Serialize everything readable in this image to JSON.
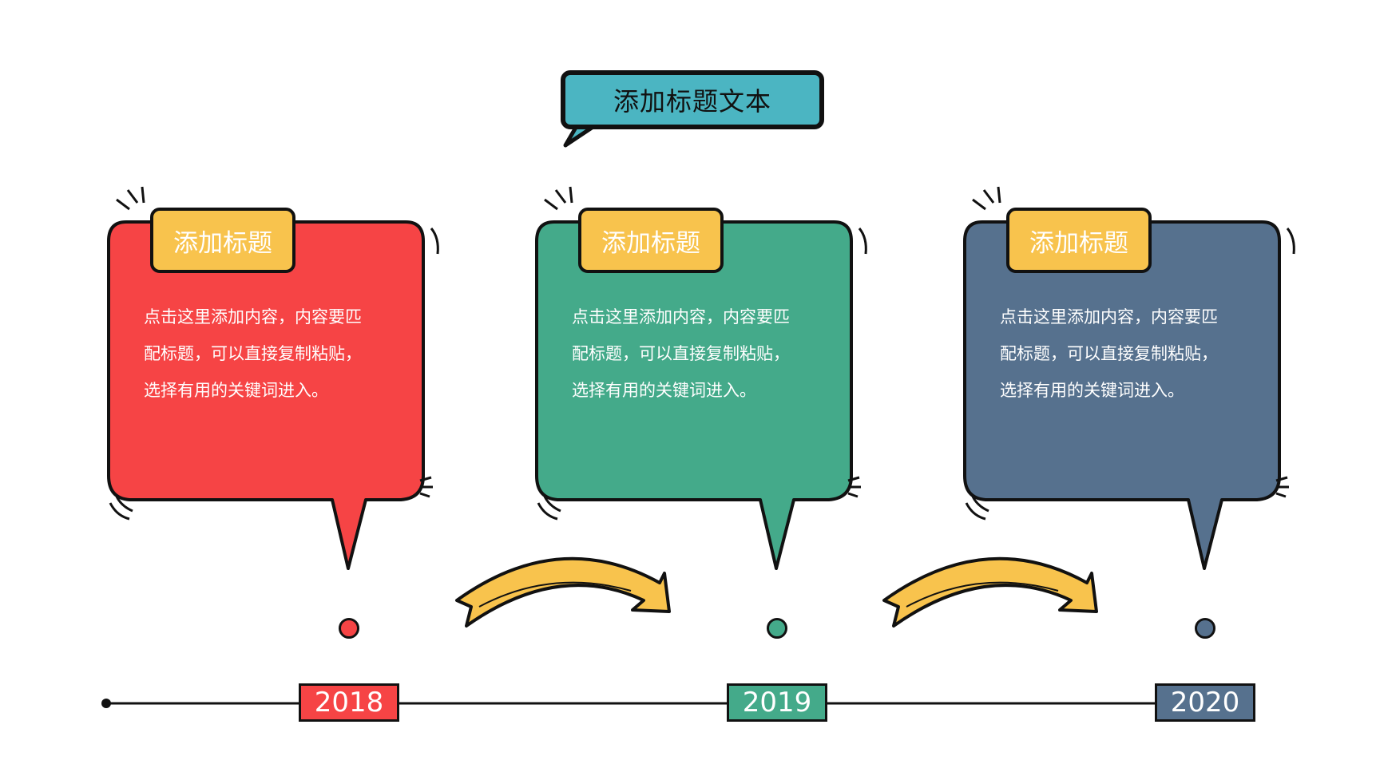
{
  "title": "添加标题文本",
  "colors": {
    "banner": "#4bb5c2",
    "tab": "#f8c34d",
    "arrow": "#f8c34d",
    "outline": "#111111"
  },
  "milestones": [
    {
      "heading": "添加标题",
      "lines": [
        "点击这里添加内容，内容要匹",
        "配标题，可以直接复制粘贴，",
        "选择有用的关键词进入。"
      ],
      "year": "2018",
      "color": "#f64445"
    },
    {
      "heading": "添加标题",
      "lines": [
        "点击这里添加内容，内容要匹",
        "配标题，可以直接复制粘贴，",
        "选择有用的关键词进入。"
      ],
      "year": "2019",
      "color": "#44aa8a"
    },
    {
      "heading": "添加标题",
      "lines": [
        "点击这里添加内容，内容要匹",
        "配标题，可以直接复制粘贴，",
        "选择有用的关键词进入。"
      ],
      "year": "2020",
      "color": "#56718e"
    }
  ]
}
